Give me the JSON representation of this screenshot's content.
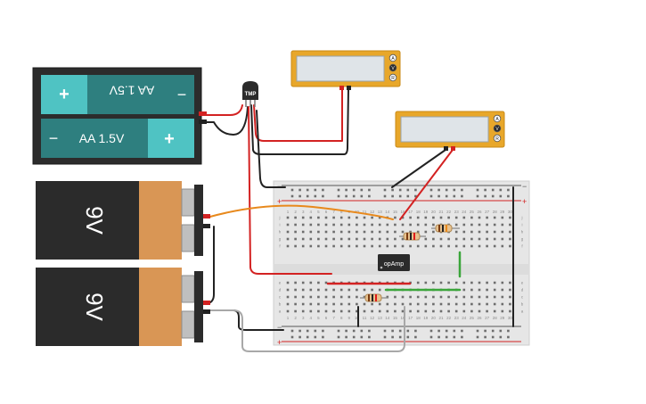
{
  "components": {
    "aa_pack": {
      "top_cell": {
        "label": "AA 1.5V",
        "plus": "+",
        "minus": "−"
      },
      "bottom_cell": {
        "label": "AA 1.5V",
        "plus": "+",
        "minus": "−"
      }
    },
    "battery_9v_top": {
      "label": "9V"
    },
    "battery_9v_bottom": {
      "label": "9V"
    },
    "temp_sensor": {
      "label": "TMP"
    },
    "multimeter_1": {
      "modes": [
        "A",
        "V",
        "R"
      ],
      "active_mode": "V"
    },
    "multimeter_2": {
      "modes": [
        "A",
        "V",
        "R"
      ],
      "active_mode": "V"
    },
    "opamp": {
      "label": "opAmp"
    },
    "breadboard": {
      "row_letters_top": [
        "j",
        "i",
        "h",
        "g",
        "f"
      ],
      "row_letters_bottom": [
        "e",
        "d",
        "c",
        "b",
        "a"
      ],
      "column_numbers": [
        "1",
        "2",
        "3",
        "4",
        "5",
        "6",
        "7",
        "8",
        "9",
        "10",
        "11",
        "12",
        "13",
        "14",
        "15",
        "16",
        "17",
        "18",
        "19",
        "20",
        "21",
        "22",
        "23",
        "24",
        "25",
        "26",
        "27",
        "28",
        "29",
        "30"
      ],
      "plus_sign": "+",
      "minus_sign": "−"
    }
  },
  "colors": {
    "cell_teal": "#2e7f7f",
    "cell_teal_light": "#4fc3c3",
    "battery_9v_body": "#2b2b2b",
    "battery_9v_label": "#d99655",
    "meter_frame": "#e8a72a",
    "meter_screen": "#dfe4e8",
    "wire_red": "#d32222",
    "wire_black": "#222222",
    "wire_orange": "#e8891c",
    "wire_green": "#3aa53a",
    "wire_gray": "#a8a8a8",
    "board": "#e9e9e9"
  }
}
